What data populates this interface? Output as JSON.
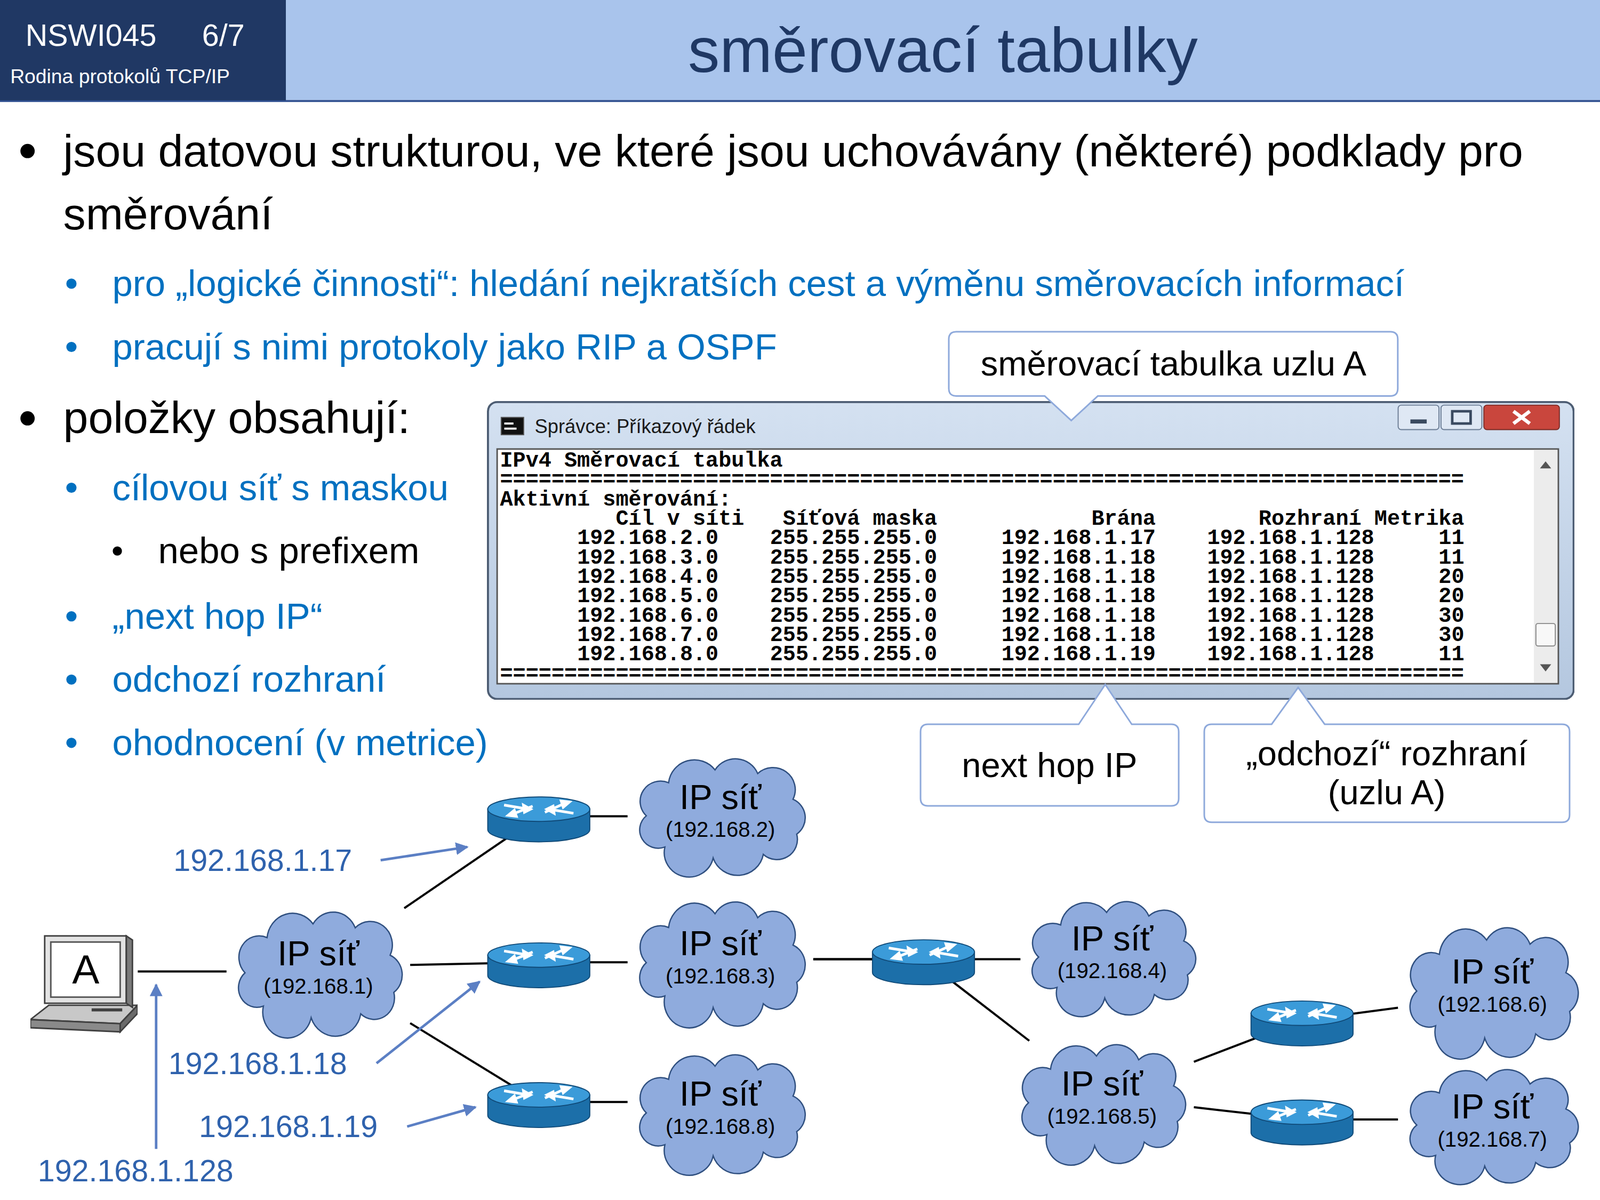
{
  "diagram": {
    "title": "směrovací tabulky",
    "nodes": [
      {
        "text": [
          "NSWI045",
          "6/7",
          "Rodina protokolů TCP/IP"
        ]
      },
      {
        "text": [
          "směrovací tabulka uzlu A"
        ]
      },
      {
        "text": [
          "Správce: Příkazový řádek"
        ]
      },
      {
        "text": [
          "next hop IP"
        ]
      },
      {
        "text": [
          "„odchozí“ rozhraní (uzlu A)"
        ]
      },
      {
        "text": [
          "A"
        ]
      },
      {
        "text": [
          "IP síť",
          "(192.168.1)"
        ]
      },
      {
        "text": [
          "IP síť",
          "(192.168.2)"
        ]
      },
      {
        "text": [
          "IP síť",
          "(192.168.3)"
        ]
      },
      {
        "text": [
          "IP síť",
          "(192.168.8)"
        ]
      },
      {
        "text": [
          "IP síť",
          "(192.168.4)"
        ]
      },
      {
        "text": [
          "IP síť",
          "(192.168.5)"
        ]
      },
      {
        "text": [
          "IP síť",
          "(192.168.6)"
        ]
      },
      {
        "text": [
          "IP síť",
          "(192.168.7)"
        ]
      }
    ],
    "edges": [
      {
        "from": 5,
        "to": 6,
        "arrow": "none"
      },
      {
        "from": 6,
        "to": 7,
        "arrow": "none"
      },
      {
        "from": 6,
        "to": 8,
        "arrow": "none"
      },
      {
        "from": 6,
        "to": 9,
        "arrow": "none"
      },
      {
        "from": 8,
        "to": 10,
        "arrow": "none"
      },
      {
        "from": 8,
        "to": 11,
        "arrow": "none"
      },
      {
        "from": 11,
        "to": 12,
        "arrow": "none"
      },
      {
        "from": 11,
        "to": 13,
        "arrow": "none"
      }
    ],
    "labels": [
      "jsou datovou strukturou, ve které jsou uchovávány (některé) podklady pro směrování",
      "pro „logické činnosti“: hledání nejkratších cest a výměnu směrovacích informací",
      "pracují s nimi protokoly jako RIP a OSPF",
      "položky obsahují:",
      "cílovou síť s maskou",
      "nebo s prefixem",
      "„next hop IP“",
      "odchozí rozhraní",
      "ohodnocení (v metrice)",
      "IPv4 Směrovací tabulka",
      "===========================================================================",
      "Aktivní směrování:",
      "Cíl v síti",
      "Síťová maska",
      "Brána",
      "Rozhraní",
      "Metrika",
      "192.168.2.0",
      "255.255.255.0",
      "192.168.1.17",
      "192.168.1.128",
      "11",
      "192.168.3.0",
      "255.255.255.0",
      "192.168.1.18",
      "192.168.1.128",
      "11",
      "192.168.4.0",
      "255.255.255.0",
      "192.168.1.18",
      "192.168.1.128",
      "20",
      "192.168.5.0",
      "255.255.255.0",
      "192.168.1.18",
      "192.168.1.128",
      "20",
      "192.168.6.0",
      "255.255.255.0",
      "192.168.1.18",
      "192.168.1.128",
      "30",
      "192.168.7.0",
      "255.255.255.0",
      "192.168.1.18",
      "192.168.1.128",
      "30",
      "192.168.8.0",
      "255.255.255.0",
      "192.168.1.19",
      "192.168.1.128",
      "11",
      "===========================================================================",
      "192.168.1.17",
      "192.168.1.18",
      "192.168.1.19",
      "192.168.1.128"
    ]
  }
}
